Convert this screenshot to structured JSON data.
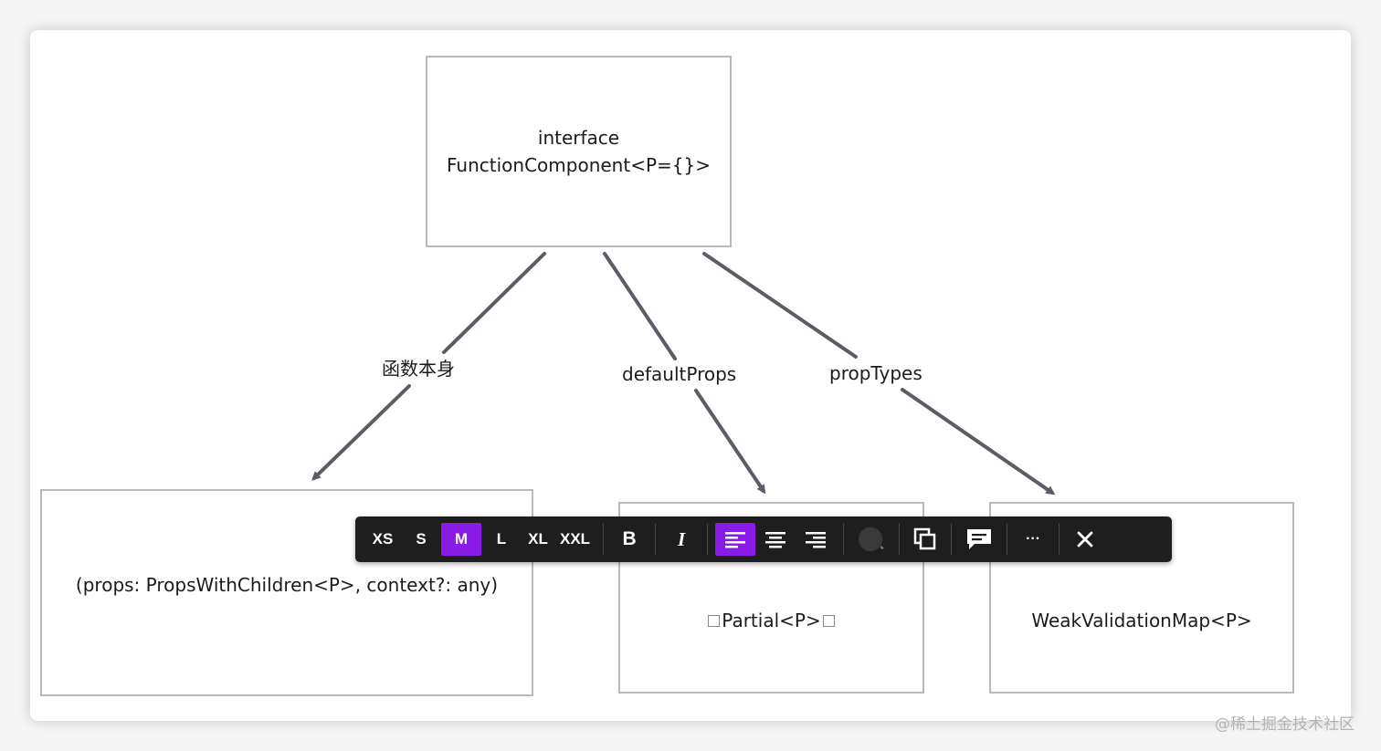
{
  "diagram": {
    "nodes": {
      "top": {
        "line1": "interface",
        "line2": "FunctionComponent<P={}>"
      },
      "function": {
        "text": "(props: PropsWithChildren<P>, context?: any)"
      },
      "partial": {
        "text": "Partial<P>"
      },
      "weak": {
        "text": "WeakValidationMap<P>"
      }
    },
    "edges": [
      {
        "label": "函数本身"
      },
      {
        "label": "defaultProps"
      },
      {
        "label": "propTypes"
      }
    ],
    "colors": {
      "arrow": "#5a5d66",
      "node_border": "#b9b9b9"
    }
  },
  "toolbar": {
    "sizes": [
      "XS",
      "S",
      "M",
      "L",
      "XL",
      "XXL"
    ],
    "selected_size": "M",
    "bold_label": "B",
    "italic_label": "I",
    "align_icons": [
      "align-left-icon",
      "align-center-icon",
      "align-right-icon"
    ],
    "selected_align": "align-left-icon",
    "more_label": "···",
    "accent": "#8a1be6",
    "background": "#1e1e1e"
  },
  "watermark": "@稀土掘金技术社区"
}
